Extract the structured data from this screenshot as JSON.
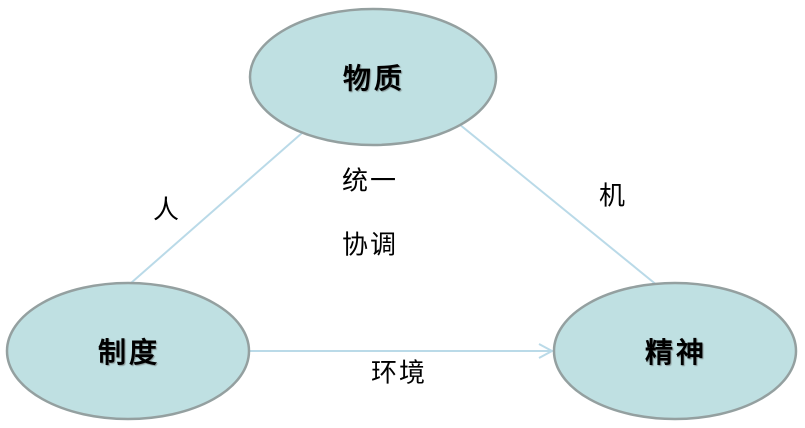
{
  "diagram": {
    "background": "#ffffff",
    "colors": {
      "node_fill": "#bfe0e2",
      "node_border": "#94a0a0",
      "connector": "#badae8",
      "text": "#000000"
    },
    "nodes": [
      {
        "id": "top",
        "label": "物质"
      },
      {
        "id": "bottom-left",
        "label": "制度"
      },
      {
        "id": "bottom-right",
        "label": "精神"
      }
    ],
    "edges": [
      {
        "id": "left",
        "from": "top",
        "to": "bottom-left",
        "label": "人",
        "arrow": "none"
      },
      {
        "id": "right",
        "from": "top",
        "to": "bottom-right",
        "label": "机",
        "arrow": "none"
      },
      {
        "id": "bottom",
        "from": "bottom-left",
        "to": "bottom-right",
        "label": "环境",
        "arrow": "open-right"
      }
    ],
    "center_text": {
      "line1": "统一",
      "line2": "协调"
    }
  }
}
